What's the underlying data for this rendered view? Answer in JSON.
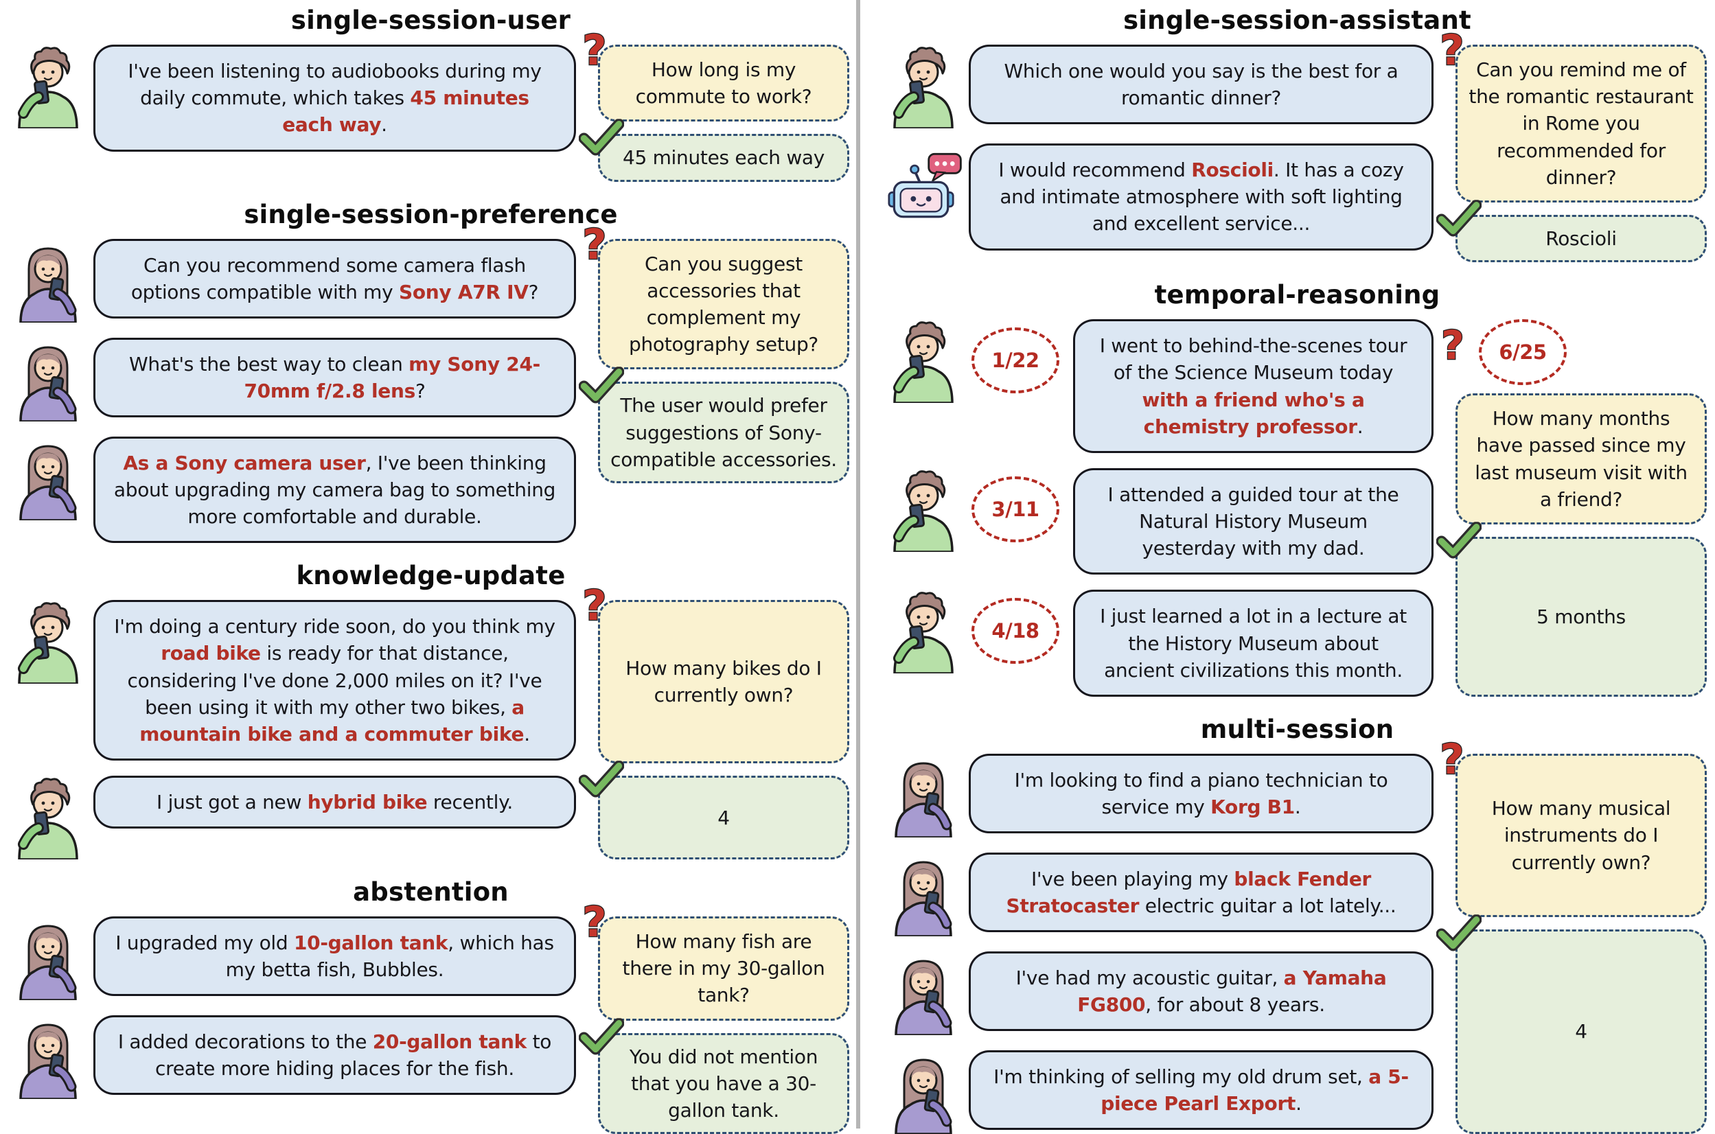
{
  "figure_title": "memory evaluation question types",
  "colors": {
    "user_bubble_fill": "#dce7f3",
    "user_bubble_border": "#16161d",
    "question_bubble_fill": "#faf2d0",
    "answer_bubble_fill": "#e6efdc",
    "dashed_border": "#2f4f74",
    "highlight_red": "#b23127",
    "question_mark_red": "#c5352b",
    "check_green": "#77b95f",
    "date_circle_red": "#b42b22",
    "divider_gray": "#b5b5b5"
  },
  "icons": {
    "question": "question-mark-icon",
    "answer": "checkmark-icon",
    "user_male": "man-avatar",
    "user_female": "woman-avatar",
    "assistant": "robot-avatar"
  },
  "figure": {
    "columns": [
      {
        "name": "left",
        "sections": [
          {
            "id": "single-session-user",
            "title": "single-session-user",
            "messages": [
              {
                "avatar": "man",
                "segments": [
                  {
                    "t": "I've been listening to audiobooks during my daily commute, which takes "
                  },
                  {
                    "t": "45 minutes each way",
                    "r": true
                  },
                  {
                    "t": "."
                  }
                ]
              }
            ],
            "question": {
              "segments": [
                {
                  "t": "How long is my commute to work?"
                }
              ]
            },
            "answer": {
              "segments": [
                {
                  "t": "45 minutes each way"
                }
              ]
            }
          },
          {
            "id": "single-session-preference",
            "title": "single-session-preference",
            "messages": [
              {
                "avatar": "woman",
                "segments": [
                  {
                    "t": "Can you recommend some camera flash options compatible with my "
                  },
                  {
                    "t": "Sony A7R IV",
                    "r": true
                  },
                  {
                    "t": "?"
                  }
                ]
              },
              {
                "avatar": "woman",
                "segments": [
                  {
                    "t": "What's the best way to clean "
                  },
                  {
                    "t": "my Sony 24-70mm f/2.8 lens",
                    "r": true
                  },
                  {
                    "t": "?"
                  }
                ]
              },
              {
                "avatar": "woman",
                "segments": [
                  {
                    "t": "As a Sony camera user",
                    "r": true
                  },
                  {
                    "t": ", I've been thinking about upgrading my camera bag to something more comfortable and durable."
                  }
                ]
              }
            ],
            "question": {
              "segments": [
                {
                  "t": "Can you suggest accessories that complement my photography setup?"
                }
              ]
            },
            "answer": {
              "segments": [
                {
                  "t": "The user would prefer suggestions of Sony-compatible accessories."
                }
              ]
            }
          },
          {
            "id": "knowledge-update",
            "title": "knowledge-update",
            "messages": [
              {
                "avatar": "man",
                "segments": [
                  {
                    "t": "I'm doing a century ride soon, do you think my "
                  },
                  {
                    "t": "road bike",
                    "r": true
                  },
                  {
                    "t": " is ready for that distance, considering I've done 2,000 miles on it? I've been using it with my other two bikes, "
                  },
                  {
                    "t": "a mountain bike and a commuter bike",
                    "r": true
                  },
                  {
                    "t": "."
                  }
                ]
              },
              {
                "avatar": "man",
                "segments": [
                  {
                    "t": "I just got a new "
                  },
                  {
                    "t": "hybrid bike",
                    "r": true
                  },
                  {
                    "t": " recently."
                  }
                ]
              }
            ],
            "question": {
              "tall": true,
              "segments": [
                {
                  "t": "How many bikes do I currently own?"
                }
              ]
            },
            "answer": {
              "grow": true,
              "segments": [
                {
                  "t": "4"
                }
              ]
            }
          },
          {
            "id": "abstention",
            "title": "abstention",
            "messages": [
              {
                "avatar": "woman",
                "segments": [
                  {
                    "t": "I upgraded my old "
                  },
                  {
                    "t": "10-gallon tank",
                    "r": true
                  },
                  {
                    "t": ", which has my betta fish, Bubbles."
                  }
                ]
              },
              {
                "avatar": "woman",
                "segments": [
                  {
                    "t": "I added decorations to the "
                  },
                  {
                    "t": "20-gallon tank",
                    "r": true
                  },
                  {
                    "t": " to create more hiding places for the fish."
                  }
                ]
              }
            ],
            "question": {
              "segments": [
                {
                  "t": "How many fish are there in my 30-gallon tank?"
                }
              ]
            },
            "answer": {
              "segments": [
                {
                  "t": "You did not mention that you have a 30-gallon tank."
                }
              ]
            }
          }
        ]
      },
      {
        "name": "right",
        "sections": [
          {
            "id": "single-session-assistant",
            "title": "single-session-assistant",
            "messages": [
              {
                "avatar": "man",
                "segments": [
                  {
                    "t": "Which one would you say is the best for a romantic dinner?"
                  }
                ]
              },
              {
                "avatar": "robot",
                "segments": [
                  {
                    "t": "I would recommend "
                  },
                  {
                    "t": "Roscioli",
                    "r": true
                  },
                  {
                    "t": ". It has a cozy and intimate atmosphere with soft lighting and excellent service..."
                  }
                ]
              }
            ],
            "question": {
              "segments": [
                {
                  "t": "Can you remind me of the romantic restaurant in Rome you recommended for dinner?"
                }
              ]
            },
            "answer": {
              "segments": [
                {
                  "t": "Roscioli"
                }
              ]
            }
          },
          {
            "id": "temporal-reasoning",
            "title": "temporal-reasoning",
            "messages": [
              {
                "avatar": "man",
                "date": "1/22",
                "segments": [
                  {
                    "t": "I went to behind-the-scenes tour of the Science Museum today "
                  },
                  {
                    "t": "with a friend who's a chemistry professor",
                    "r": true
                  },
                  {
                    "t": "."
                  }
                ]
              },
              {
                "avatar": "man",
                "date": "3/11",
                "segments": [
                  {
                    "t": "I attended a guided tour at the Natural History Museum yesterday with my dad."
                  }
                ]
              },
              {
                "avatar": "man",
                "date": "4/18",
                "segments": [
                  {
                    "t": "I just learned a lot in a lecture at the History Museum about ancient civilizations this month."
                  }
                ]
              }
            ],
            "question": {
              "date": "6/25",
              "segments": [
                {
                  "t": "How many months have passed since my last museum visit with a friend?"
                }
              ]
            },
            "answer": {
              "grow": true,
              "segments": [
                {
                  "t": "5 months"
                }
              ]
            }
          },
          {
            "id": "multi-session",
            "title": "multi-session",
            "messages": [
              {
                "avatar": "woman",
                "segments": [
                  {
                    "t": "I'm looking to find a piano technician to service my "
                  },
                  {
                    "t": "Korg B1",
                    "r": true
                  },
                  {
                    "t": "."
                  }
                ]
              },
              {
                "avatar": "woman",
                "segments": [
                  {
                    "t": "I've been playing my "
                  },
                  {
                    "t": "black Fender Stratocaster",
                    "r": true
                  },
                  {
                    "t": " electric guitar a lot lately..."
                  }
                ]
              },
              {
                "avatar": "woman",
                "segments": [
                  {
                    "t": "I've had my acoustic guitar, "
                  },
                  {
                    "t": "a Yamaha FG800",
                    "r": true
                  },
                  {
                    "t": ", for about 8 years."
                  }
                ]
              },
              {
                "avatar": "woman",
                "segments": [
                  {
                    "t": "I'm thinking of selling my old drum set, "
                  },
                  {
                    "t": "a 5-piece Pearl Export",
                    "r": true
                  },
                  {
                    "t": "."
                  }
                ]
              }
            ],
            "question": {
              "tall": true,
              "segments": [
                {
                  "t": "How many musical instruments do I currently own?"
                }
              ]
            },
            "answer": {
              "grow": true,
              "segments": [
                {
                  "t": "4"
                }
              ]
            }
          }
        ]
      }
    ]
  }
}
